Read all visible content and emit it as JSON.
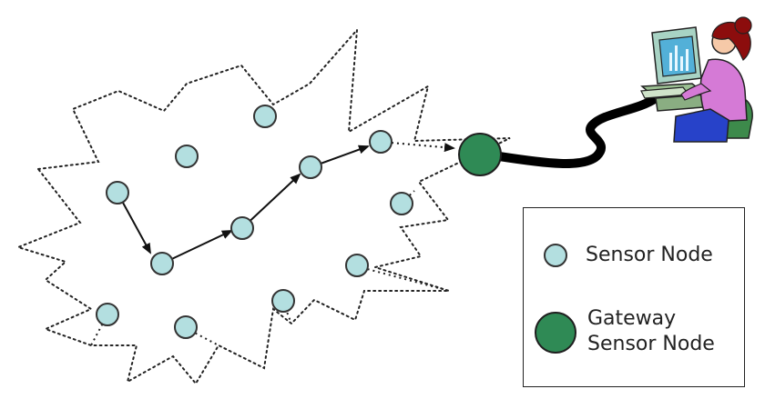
{
  "colors": {
    "sensor_fill": "#b3dfe0",
    "gateway_fill": "#2f8a55",
    "stroke": "#222222"
  },
  "legend": {
    "sensor_label": "Sensor Node",
    "gateway_label_line1": "Gateway",
    "gateway_label_line2": "Sensor Node"
  },
  "icons": [
    "sensor-node-icon",
    "gateway-node-icon",
    "user-at-computer-icon",
    "cable-icon"
  ]
}
